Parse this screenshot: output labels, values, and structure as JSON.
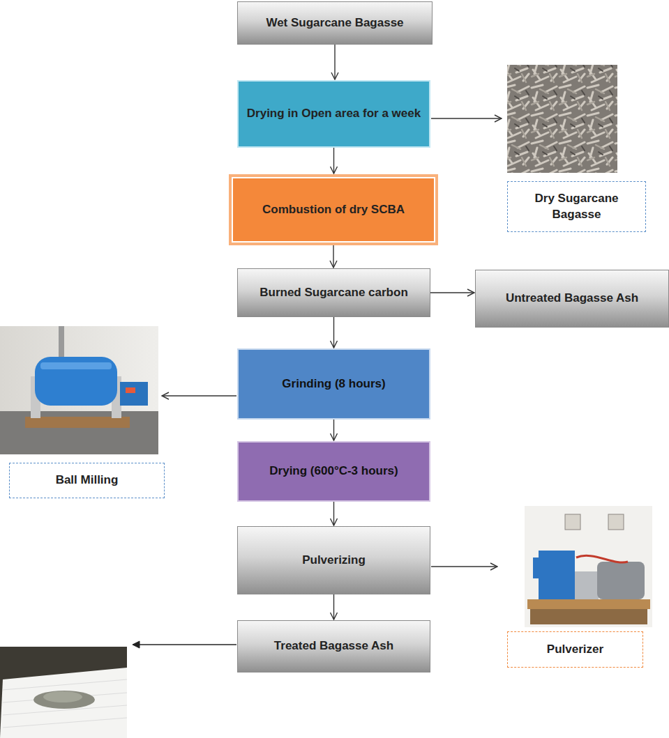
{
  "diagram": {
    "nodes": [
      {
        "text": [
          "Wet Sugarcane Bagasse"
        ]
      },
      {
        "text": [
          "Drying in Open area for a week"
        ]
      },
      {
        "text": [
          "Dry Sugarcane Bagasse"
        ]
      },
      {
        "text": [
          "Combustion of dry SCBA"
        ]
      },
      {
        "text": [
          "Burned Sugarcane carbon"
        ]
      },
      {
        "text": [
          "Untreated Bagasse Ash"
        ]
      },
      {
        "text": [
          "Grinding (8 hours)"
        ]
      },
      {
        "text": [
          "Ball Milling"
        ]
      },
      {
        "text": [
          "Drying (600°C-3 hours)"
        ]
      },
      {
        "text": [
          "Pulverizing"
        ]
      },
      {
        "text": [
          "Pulverizer"
        ]
      },
      {
        "text": [
          "Treated Bagasse Ash"
        ]
      }
    ],
    "edges": [
      {
        "from": 0,
        "to": 1,
        "arrow": "to"
      },
      {
        "from": 1,
        "to": 3,
        "arrow": "to"
      },
      {
        "from": 3,
        "to": 4,
        "arrow": "to"
      },
      {
        "from": 4,
        "to": 5,
        "arrow": "to"
      },
      {
        "from": 4,
        "to": 6,
        "arrow": "to"
      },
      {
        "from": 6,
        "to": 8,
        "arrow": "to"
      },
      {
        "from": 8,
        "to": 9,
        "arrow": "to"
      },
      {
        "from": 9,
        "to": 11,
        "arrow": "to"
      }
    ]
  }
}
